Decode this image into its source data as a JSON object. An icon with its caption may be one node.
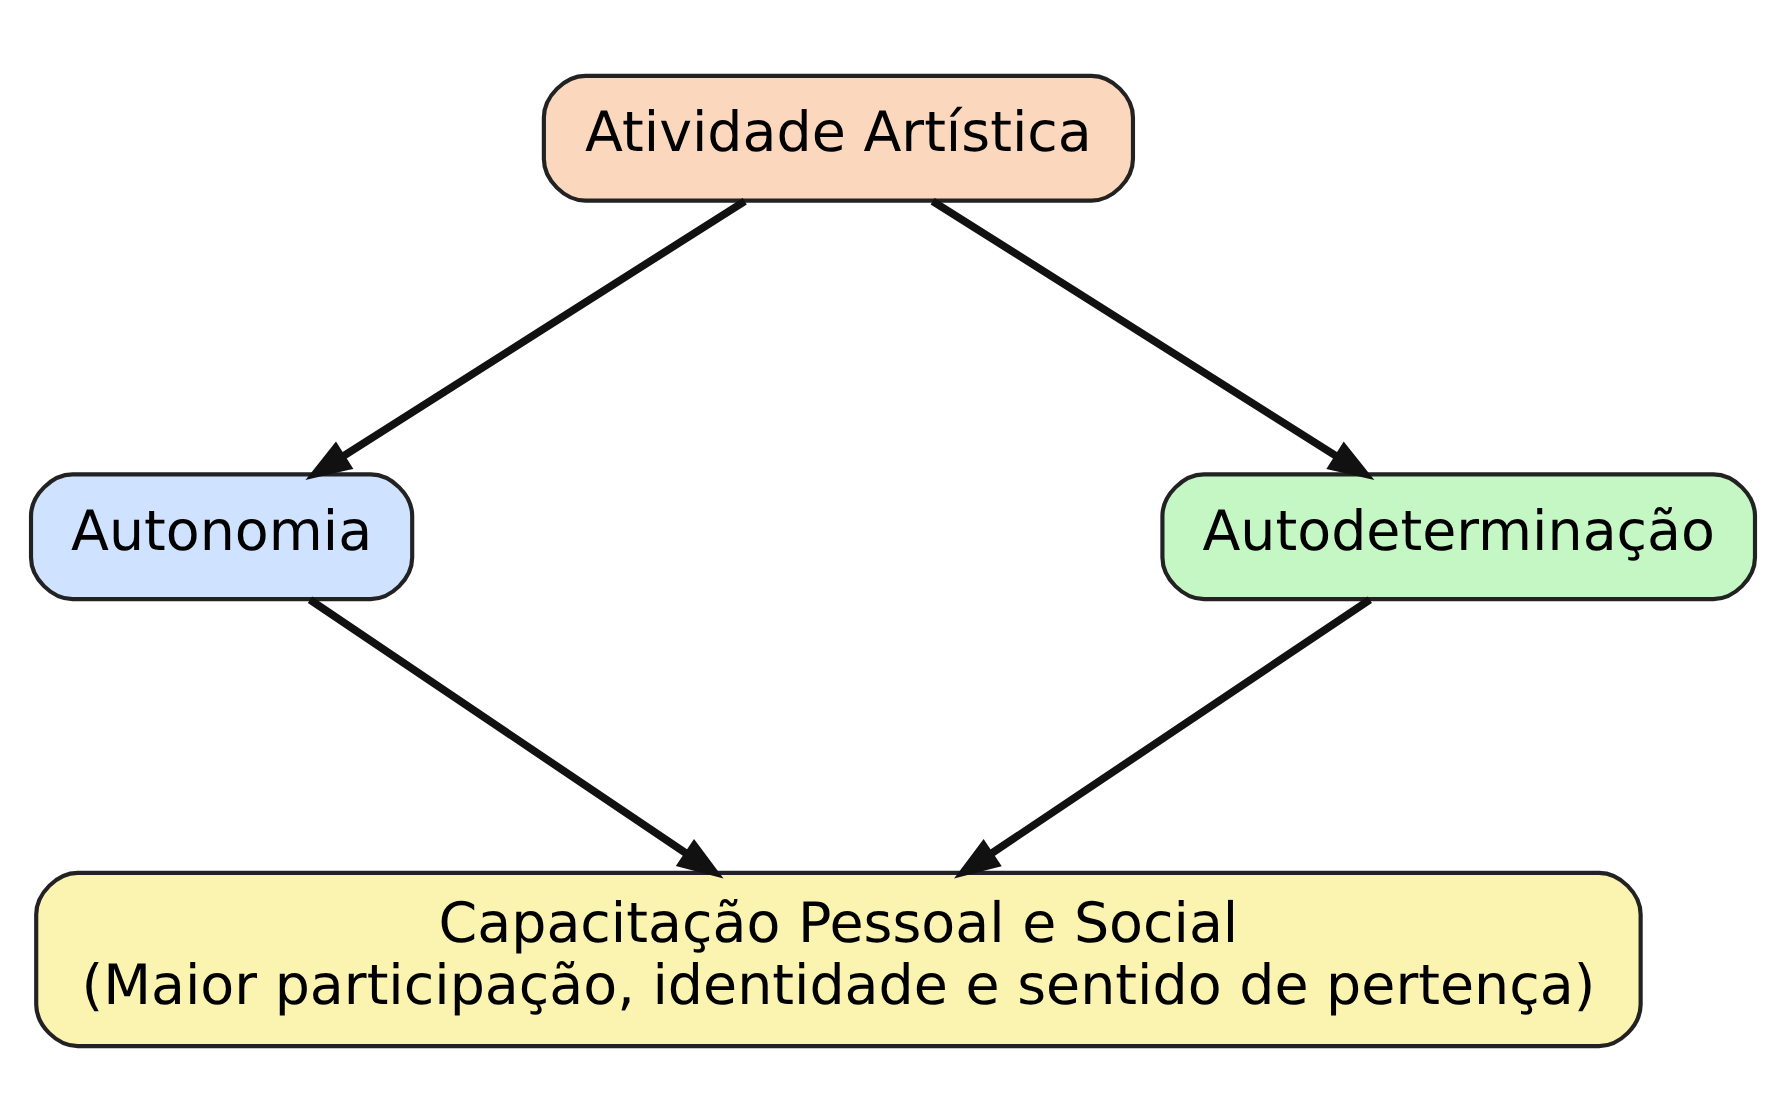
{
  "diagram": {
    "nodes": [
      {
        "text": [
          "Atividade Artística"
        ]
      },
      {
        "text": [
          "Autonomia"
        ]
      },
      {
        "text": [
          "Autodeterminação"
        ]
      },
      {
        "text": [
          "Capacitação Pessoal e Social",
          "(Maior participação, identidade e sentido de pertença)"
        ]
      }
    ],
    "edges": [
      {
        "from": 0,
        "to": 1,
        "arrow": "to"
      },
      {
        "from": 0,
        "to": 2,
        "arrow": "to"
      },
      {
        "from": 1,
        "to": 3,
        "arrow": "to"
      },
      {
        "from": 2,
        "to": 3,
        "arrow": "to"
      }
    ]
  }
}
